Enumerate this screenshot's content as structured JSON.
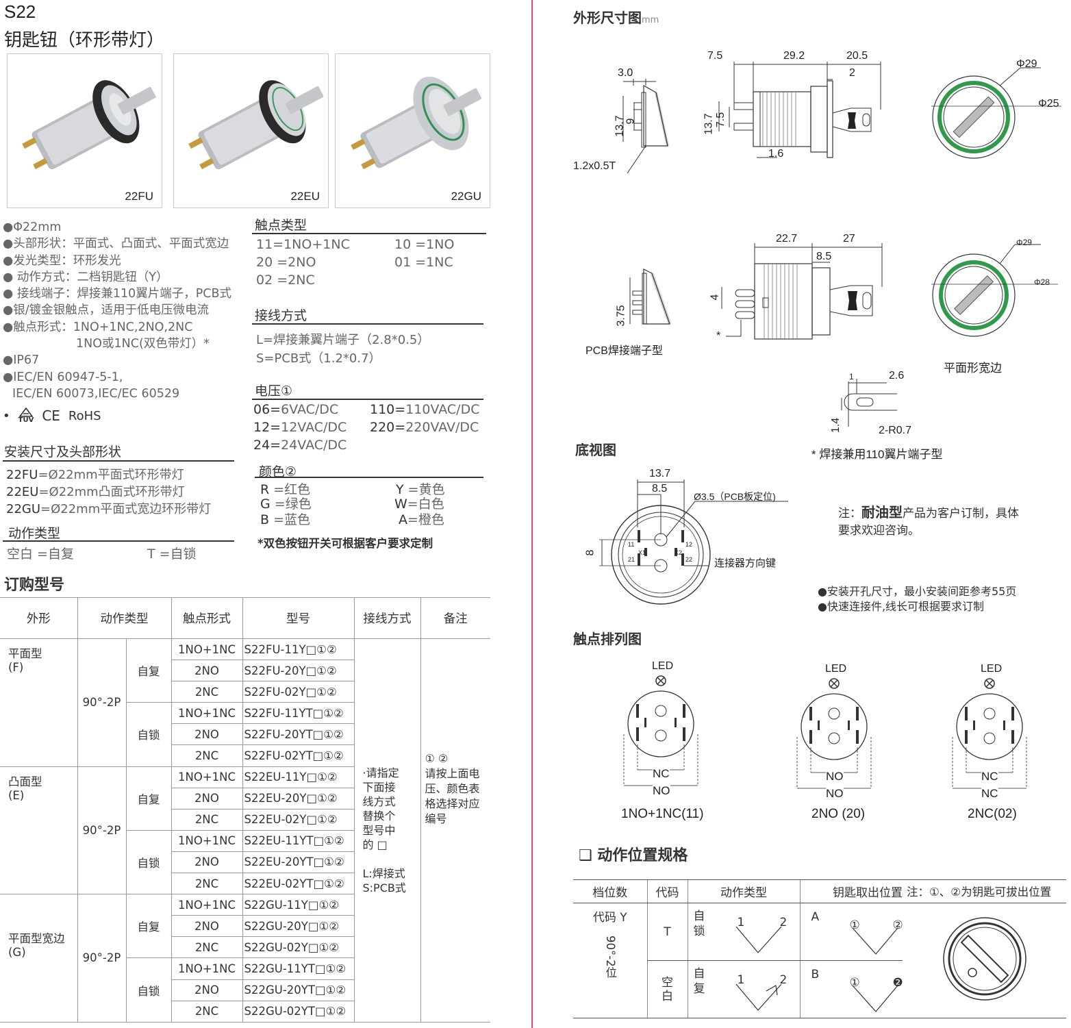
{
  "header": {
    "model": "S22",
    "name": "钥匙钮（环形带灯）"
  },
  "photos": [
    {
      "label": "22FU"
    },
    {
      "label": "22EU"
    },
    {
      "label": "22GU"
    }
  ],
  "specs": [
    "●Φ22mm",
    "●头部形状：平面式、凸面式、平面式宽边",
    "●发光类型：环形发光",
    "● 动作方式：二档钥匙钮（Y）",
    "● 接线端子：焊接兼110翼片端子，PCB式",
    "●银/镀金银触点，适用于低电压微电流",
    "●触点形式：1NO+1NC,2NO,2NC",
    "1NO或1NC(双色带灯）*",
    "●IP67",
    "●IEC/EN 60947-5-1,",
    "IEC/EN 60073,IEC/EC 60529"
  ],
  "certs": {
    "bullet": "•",
    "tuv": "TÜV",
    "ce": "CE",
    "rohs": "RoHS"
  },
  "mount": {
    "title": "安装尺寸及头部形状",
    "items": [
      {
        "code": "22FU",
        "desc": "=Ø22mm平面式环形带灯"
      },
      {
        "code": "22EU",
        "desc": "=Ø22mm凸面式环形带灯"
      },
      {
        "code": "22GU",
        "desc": "=Ø22mm平面式宽边环形带灯"
      }
    ]
  },
  "action_type": {
    "title": "动作类型",
    "items": [
      "空白 =自复",
      "T =自锁"
    ]
  },
  "contact_type": {
    "title": "触点类型",
    "items": [
      "11=1NO+1NC",
      "10 =1NO",
      "20 =2NO",
      "01 =1NC",
      "02 =2NC"
    ]
  },
  "wiring": {
    "title": "接线方式",
    "items": [
      "L=焊接兼翼片端子（2.8*0.5）",
      "S=PCB式（1.2*0.7）"
    ]
  },
  "voltage": {
    "title": "电压①",
    "items": [
      {
        "code": "06=",
        "val": "6VAC/DC"
      },
      {
        "code": "110=",
        "val": "110VAC/DC"
      },
      {
        "code": "12=",
        "val": "12VAC/DC"
      },
      {
        "code": "220=",
        "val": "220VAV/DC"
      },
      {
        "code": "24=",
        "val": "24VAC/DC"
      }
    ]
  },
  "color": {
    "title": "颜色②",
    "items": [
      {
        "code": "R",
        "val": "=红色"
      },
      {
        "code": "Y",
        "val": "=黄色"
      },
      {
        "code": "G",
        "val": "=绿色"
      },
      {
        "code": "W",
        "val": "=白色"
      },
      {
        "code": "B",
        "val": "=蓝色"
      },
      {
        "code": "A",
        "val": "=橙色"
      }
    ],
    "note": "*双色按钮开关可根据客户要求定制"
  },
  "order": {
    "title": "订购型号",
    "headers": [
      "外形",
      "动作类型",
      "触点形式",
      "型号",
      "接线方式",
      "备注"
    ],
    "groups": [
      {
        "shape": "平面型\n(F)",
        "angle": "90°-2P"
      },
      {
        "shape": "凸面型\n(E)",
        "angle": "90°-2P"
      },
      {
        "shape": "平面型宽边\n(G)",
        "angle": "90°-2P"
      }
    ],
    "ret": "自复",
    "lock": "自锁",
    "contacts": [
      "1NO+1NC",
      "2NO",
      "2NC"
    ],
    "models": [
      "S22FU-11Y□①②",
      "S22FU-20Y□①②",
      "S22FU-02Y□①②",
      "S22FU-11YT□①②",
      "S22FU-20YT□①②",
      "S22FU-02YT□①②",
      "S22EU-11Y□①②",
      "S22EU-20Y□①②",
      "S22EU-02Y□①②",
      "S22EU-11YT□①②",
      "S22EU-20YT□①②",
      "S22EU-02YT□①②",
      "S22GU-11Y□①②",
      "S22GU-20Y□①②",
      "S22GU-02Y□①②",
      "S22GU-11YT□①②",
      "S22GU-20YT□①②",
      "S22GU-02YT□①②"
    ],
    "wiring_note": "·请指定\n下面接\n线方式\n替换个\n型号中\n的 □\n\nL:焊接式\nS:PCB式",
    "remark": "① ②\n请按上面电\n压、颜色表\n格选择对应\n编号"
  },
  "outline": {
    "title": "外形尺寸图",
    "unit": "mm"
  },
  "dims": {
    "d1": "3.0",
    "d2": "13.7",
    "d3": "9",
    "d4": "1.2x0.5T",
    "d5": "7.5",
    "d6": "29.2",
    "d7": "20.5",
    "d8": "2",
    "d9": "13.7",
    "d10": "7.5",
    "d11": "1.6",
    "d12": "Φ29",
    "d13": "Φ25",
    "d14": "22.7",
    "d15": "27",
    "d16": "8.5",
    "d17": "4",
    "d18": "*",
    "d19": "3.75",
    "d20": "Φ29",
    "d21": "Φ28",
    "d22": "1",
    "d23": "2.6",
    "d24": "1.4",
    "d25": "2-R0.7"
  },
  "labels": {
    "pcb": "PCB焊接端子型",
    "wide": "平面形宽边",
    "tab": "* 焊接兼用110翼片端子型"
  },
  "bottom": {
    "title": "底视图",
    "d_a": "13.7",
    "d_b": "8.5",
    "d_c": "Ø3.5（PCB板定位)",
    "d_d": "8",
    "key": "连接器方向键",
    "pins": [
      "11",
      "21",
      "12",
      "22",
      "X1",
      "X2"
    ]
  },
  "oil_note": {
    "pre": "注：",
    "bold": "耐油型",
    "post": "产品为客户订制，具体",
    "line2": "要求欢迎咨询。"
  },
  "install_notes": [
    "●安装开孔尺寸，最小安装间距参考55页",
    "●快速连接件,线长可根据要求订制"
  ],
  "contact_arr": {
    "title": "触点排列图",
    "led": "LED",
    "items": [
      {
        "l1": "NC",
        "l2": "NO",
        "label": "1NO+1NC(11)"
      },
      {
        "l1": "NO",
        "l2": "NO",
        "label": "2NO (20)"
      },
      {
        "l1": "NC",
        "l2": "NC",
        "label": "2NC(02)"
      }
    ]
  },
  "action_pos": {
    "title": "❑ 动作位置规格",
    "headers": {
      "pos": "档位数",
      "code": "代码",
      "type": "动作类型",
      "key": "钥匙取出位置",
      "note": "注：①、②为钥匙可拔出位置"
    },
    "left": {
      "code": "代码 Y",
      "pos": "90°-2位"
    },
    "rows": [
      {
        "code": "T",
        "type": "自\n锁",
        "p1": "1",
        "p2": "2",
        "letter": "A",
        "k1": "①",
        "k2": "②"
      },
      {
        "code": "空\n白",
        "type": "自\n复",
        "p1": "1",
        "p2": "2",
        "letter": "B",
        "k1": "①",
        "k2": "❷"
      }
    ]
  }
}
